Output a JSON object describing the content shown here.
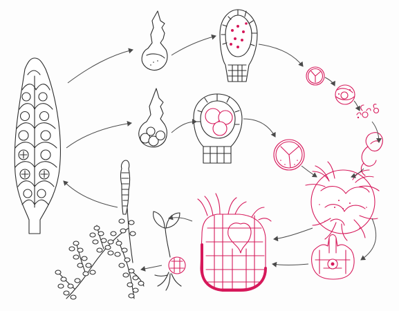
{
  "diagram": {
    "ink_color": "#2b2b2b",
    "accent_color": "#d6185a",
    "stages": [
      {
        "id": "strobilus",
        "icon": "cone-strobilus-icon"
      },
      {
        "id": "microsporophyll",
        "icon": "microsporophyll-icon"
      },
      {
        "id": "microsporangium",
        "icon": "microsporangium-icon"
      },
      {
        "id": "megasporophyll",
        "icon": "megasporophyll-icon"
      },
      {
        "id": "megasporangium",
        "icon": "megasporangium-icon"
      },
      {
        "id": "microspore",
        "icon": "microspore-icon"
      },
      {
        "id": "male-gametophyte",
        "icon": "male-gametophyte-icon"
      },
      {
        "id": "sperm",
        "icon": "sperm-icon"
      },
      {
        "id": "megaspore",
        "icon": "megaspore-icon"
      },
      {
        "id": "female-gametophyte",
        "icon": "female-gametophyte-icon"
      },
      {
        "id": "archegonium",
        "icon": "archegonium-icon"
      },
      {
        "id": "embryo",
        "icon": "embryo-icon"
      },
      {
        "id": "young-sporophyte",
        "icon": "seedling-icon"
      },
      {
        "id": "mature-sporophyte",
        "icon": "mature-sporophyte-icon"
      }
    ]
  }
}
